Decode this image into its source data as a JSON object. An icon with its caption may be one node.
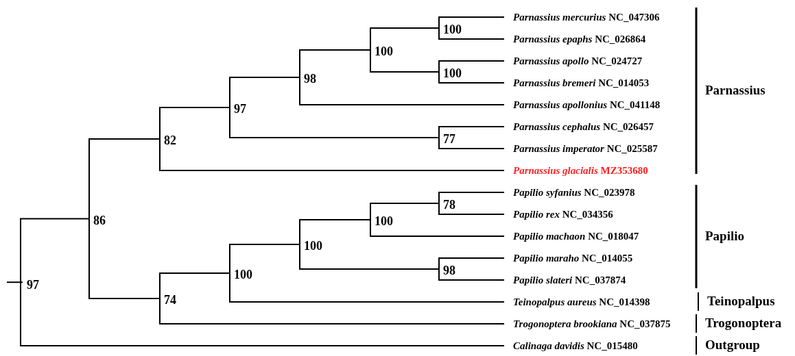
{
  "diagram": {
    "nodes": [
      {
        "text": [
          "97"
        ]
      },
      {
        "text": [
          "86"
        ]
      },
      {
        "text": [
          "82"
        ]
      },
      {
        "text": [
          "97"
        ]
      },
      {
        "text": [
          "98"
        ]
      },
      {
        "text": [
          "100"
        ]
      },
      {
        "text": [
          "100"
        ]
      },
      {
        "text": [
          "*Parnassius mercurius* NC_047306"
        ]
      },
      {
        "text": [
          "*Parnassius epaphs* NC_026864"
        ]
      },
      {
        "text": [
          "100"
        ]
      },
      {
        "text": [
          "*Parnassius apollo* NC_024727"
        ]
      },
      {
        "text": [
          "*Parnassius bremeri* NC_014053"
        ]
      },
      {
        "text": [
          "*Parnassius apollonius* NC_041148"
        ]
      },
      {
        "text": [
          "77"
        ]
      },
      {
        "text": [
          "*Parnassius cephalus* NC_026457"
        ]
      },
      {
        "text": [
          "*Parnassius imperator* NC_025587"
        ]
      },
      {
        "text": [
          "*Parnassius glacialis* MZ353680"
        ]
      },
      {
        "text": [
          "74"
        ]
      },
      {
        "text": [
          "100"
        ]
      },
      {
        "text": [
          "100"
        ]
      },
      {
        "text": [
          "100"
        ]
      },
      {
        "text": [
          "78"
        ]
      },
      {
        "text": [
          "*Papilio syfanius* NC_023978"
        ]
      },
      {
        "text": [
          "*Papilio rex* NC_034356"
        ]
      },
      {
        "text": [
          "*Papilio machaon* NC_018047"
        ]
      },
      {
        "text": [
          "98"
        ]
      },
      {
        "text": [
          "*Papilio maraho* NC_014055"
        ]
      },
      {
        "text": [
          "*Papilio slateri* NC_037874"
        ]
      },
      {
        "text": [
          "*Teinopalpus aureus* NC_014398"
        ]
      },
      {
        "text": [
          "*Trogonoptera brookiana*  NC_037875"
        ]
      },
      {
        "text": [
          "*Calinaga davidis* NC_015480"
        ]
      }
    ],
    "edges": [
      {
        "from": null,
        "to": 0,
        "arrow": "none"
      },
      {
        "from": 0,
        "to": 1,
        "arrow": "none"
      },
      {
        "from": 0,
        "to": 30,
        "arrow": "none"
      },
      {
        "from": 1,
        "to": 2,
        "arrow": "none"
      },
      {
        "from": 1,
        "to": 17,
        "arrow": "none"
      },
      {
        "from": 2,
        "to": 3,
        "arrow": "none"
      },
      {
        "from": 2,
        "to": 16,
        "arrow": "none"
      },
      {
        "from": 3,
        "to": 4,
        "arrow": "none"
      },
      {
        "from": 3,
        "to": 13,
        "arrow": "none"
      },
      {
        "from": 4,
        "to": 5,
        "arrow": "none"
      },
      {
        "from": 4,
        "to": 12,
        "arrow": "none"
      },
      {
        "from": 5,
        "to": 6,
        "arrow": "none"
      },
      {
        "from": 5,
        "to": 9,
        "arrow": "none"
      },
      {
        "from": 6,
        "to": 7,
        "arrow": "none"
      },
      {
        "from": 6,
        "to": 8,
        "arrow": "none"
      },
      {
        "from": 9,
        "to": 10,
        "arrow": "none"
      },
      {
        "from": 9,
        "to": 11,
        "arrow": "none"
      },
      {
        "from": 13,
        "to": 14,
        "arrow": "none"
      },
      {
        "from": 13,
        "to": 15,
        "arrow": "none"
      },
      {
        "from": 17,
        "to": 18,
        "arrow": "none"
      },
      {
        "from": 17,
        "to": 29,
        "arrow": "none"
      },
      {
        "from": 18,
        "to": 19,
        "arrow": "none"
      },
      {
        "from": 18,
        "to": 28,
        "arrow": "none"
      },
      {
        "from": 19,
        "to": 20,
        "arrow": "none"
      },
      {
        "from": 19,
        "to": 25,
        "arrow": "none"
      },
      {
        "from": 20,
        "to": 21,
        "arrow": "none"
      },
      {
        "from": 20,
        "to": 24,
        "arrow": "none"
      },
      {
        "from": 21,
        "to": 22,
        "arrow": "none"
      },
      {
        "from": 21,
        "to": 23,
        "arrow": "none"
      },
      {
        "from": 25,
        "to": 26,
        "arrow": "none"
      },
      {
        "from": 25,
        "to": 27,
        "arrow": "none"
      }
    ],
    "labels": [
      "Parnassius",
      "Papilio",
      "Teinopalpus",
      "Trogonoptera",
      "Outgroup"
    ]
  }
}
